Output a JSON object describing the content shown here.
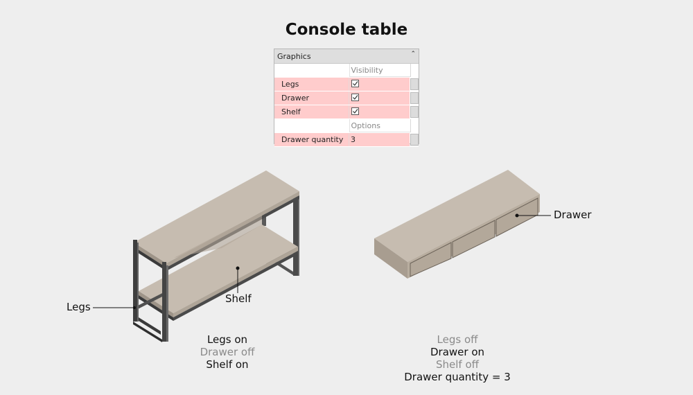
{
  "title": "Console table",
  "panel": {
    "header": "Graphics",
    "visibility_label": "Visibility",
    "options_label": "Options",
    "rows": [
      {
        "label": "Legs",
        "checked": true
      },
      {
        "label": "Drawer",
        "checked": true
      },
      {
        "label": "Shelf",
        "checked": true
      }
    ],
    "drawer_quantity_label": "Drawer quantity",
    "drawer_quantity_value": "3"
  },
  "left": {
    "callouts": {
      "legs": "Legs",
      "shelf": "Shelf"
    },
    "status": [
      "Legs on",
      "Drawer off",
      "Shelf on"
    ]
  },
  "right": {
    "callouts": {
      "drawer": "Drawer"
    },
    "status": [
      "Legs off",
      "Drawer on",
      "Shelf off",
      "Drawer quantity = 3"
    ]
  },
  "colors": {
    "wood": "#bdb2a5",
    "metal": "#4a4a4a",
    "highlight": "#ffcccc",
    "off_text": "#8a8a8a"
  }
}
